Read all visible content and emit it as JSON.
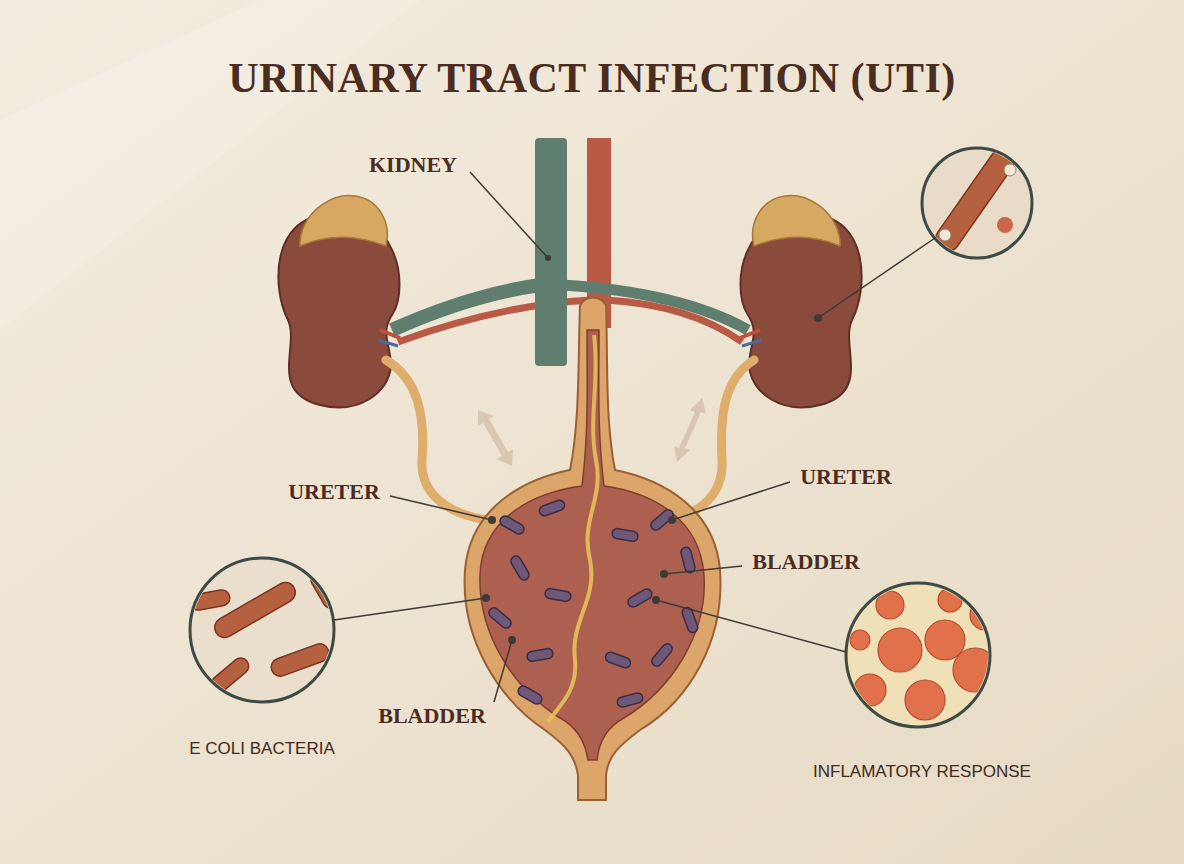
{
  "diagram": {
    "title": "URINARY TRACT INFECTION (UTI)",
    "labels": [
      "KIDNEY",
      "URETER",
      "URETER",
      "BLADDER",
      "BLADDER",
      "E COLI BACTERIA",
      "INFLAMATORY RESPONSE"
    ]
  }
}
